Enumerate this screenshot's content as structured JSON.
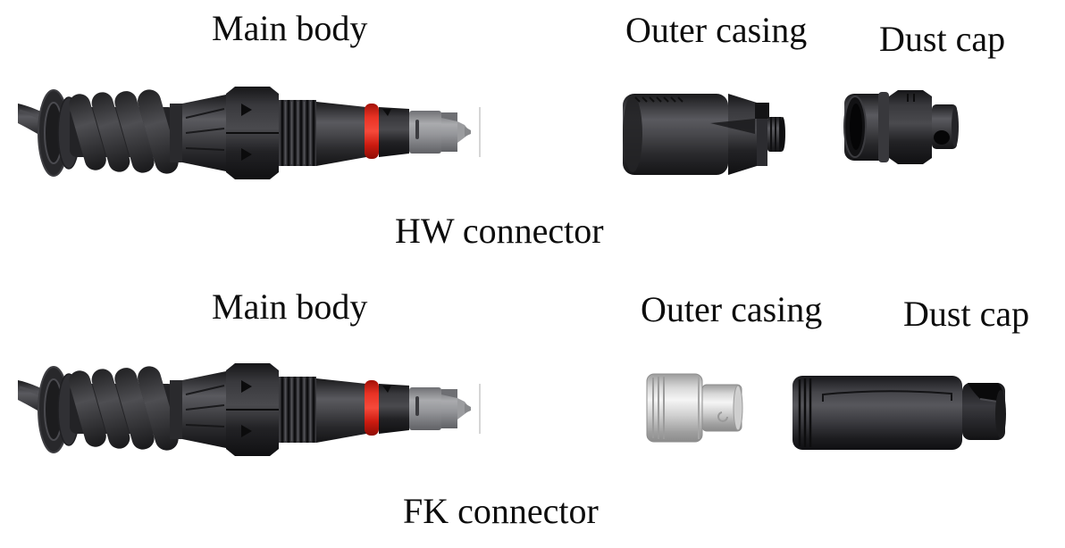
{
  "figure": {
    "groups": [
      {
        "name": "HW",
        "caption": "HW connector",
        "labels": {
          "main_body": "Main body",
          "outer_casing": "Outer casing",
          "dust_cap": "Dust cap"
        }
      },
      {
        "name": "FK",
        "caption": "FK connector",
        "labels": {
          "main_body": "Main body",
          "outer_casing": "Outer casing",
          "dust_cap": "Dust cap"
        }
      }
    ]
  },
  "colors": {
    "text": "#0d0d0d",
    "connector_body_black": "#2b2b2e",
    "seal_ring_red": "#e8291c",
    "ferrule_tip_gray": "#96979b",
    "fk_casing_silver": "#d6d6d6",
    "background": "#ffffff"
  }
}
